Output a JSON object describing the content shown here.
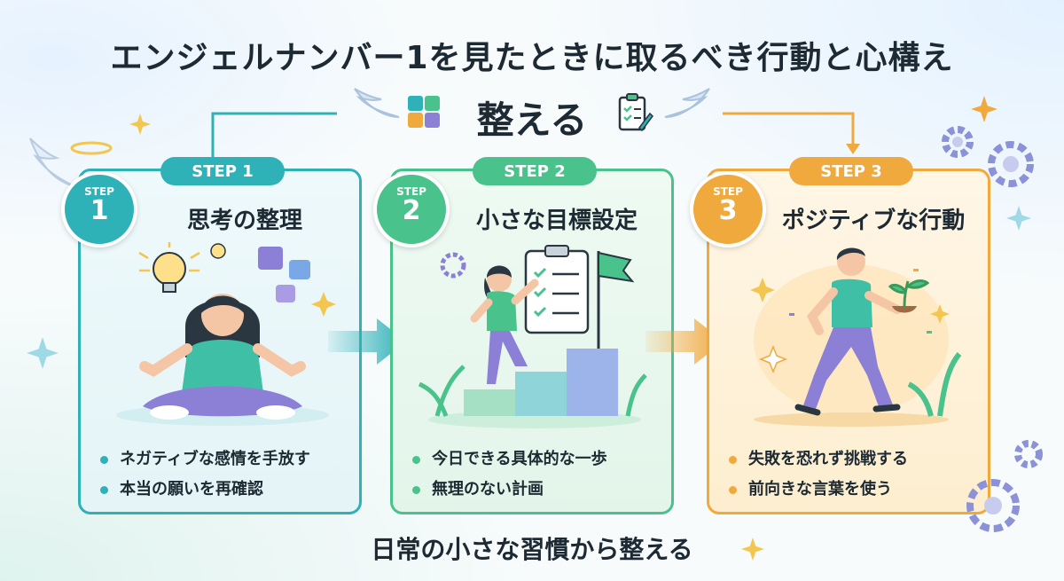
{
  "title": "エンジェルナンバー1を見たときに取るべき行動と心構え",
  "subtitle": "整える",
  "colors": {
    "step1": "#2fb1b8",
    "step2": "#49c28c",
    "step3": "#f0a93d"
  },
  "steps": [
    {
      "pill": "STEP 1",
      "badge_label": "STEP",
      "badge_number": "1",
      "title": "思考の整理",
      "illustration": "meditating-person-with-lightbulb-and-puzzle-icon",
      "bullets": [
        "ネガティブな感情を手放す",
        "本当の願いを再確認"
      ]
    },
    {
      "pill": "STEP 2",
      "badge_label": "STEP",
      "badge_number": "2",
      "title": "小さな目標設定",
      "illustration": "person-climbing-steps-with-checklist-icon",
      "bullets": [
        "今日できる具体的な一歩",
        "無理のない計画"
      ]
    },
    {
      "pill": "STEP 3",
      "badge_label": "STEP",
      "badge_number": "3",
      "title": "ポジティブな行動",
      "illustration": "person-walking-with-sprout-icon",
      "bullets": [
        "失敗を恐れず挑戦する",
        "前向きな言葉を使う"
      ]
    }
  ],
  "footer": "日常の小さな習慣から整える"
}
